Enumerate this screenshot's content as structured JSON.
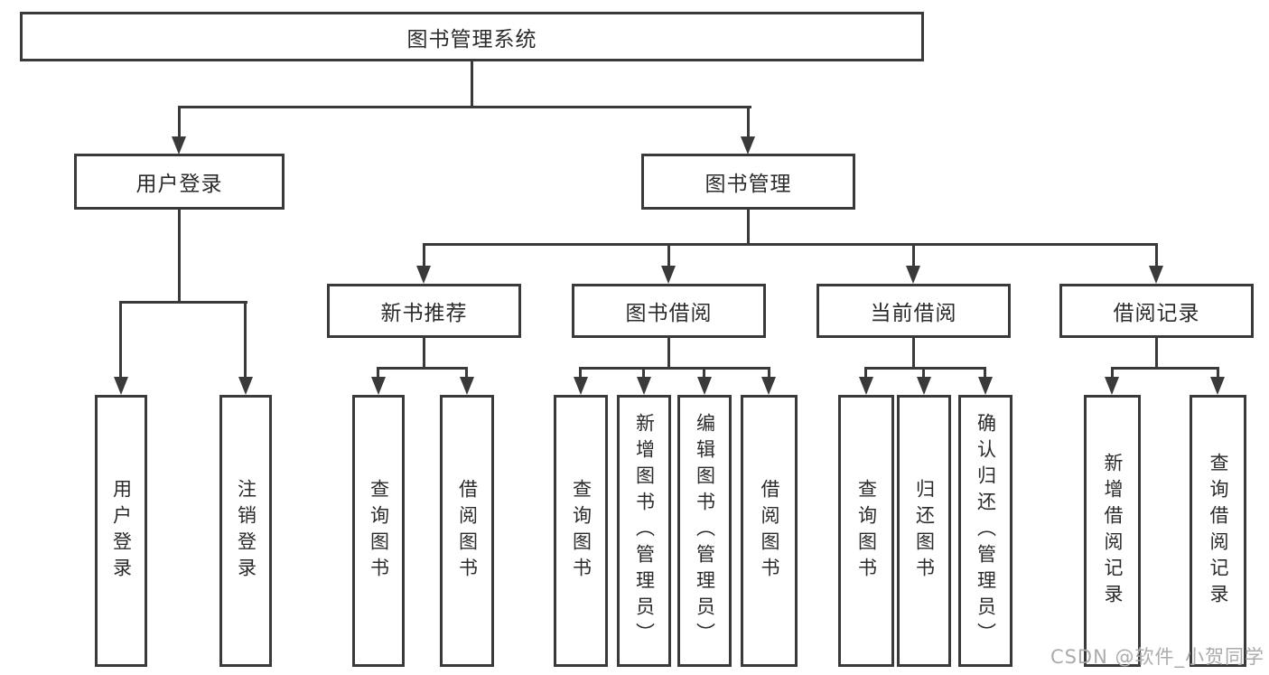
{
  "tree": {
    "label": "图书管理系统",
    "children": [
      {
        "label": "用户登录",
        "children": [
          {
            "label": "用户登录"
          },
          {
            "label": "注销登录"
          }
        ]
      },
      {
        "label": "图书管理",
        "children": [
          {
            "label": "新书推荐",
            "children": [
              {
                "label": "查询图书"
              },
              {
                "label": "借阅图书"
              }
            ]
          },
          {
            "label": "图书借阅",
            "children": [
              {
                "label": "查询图书"
              },
              {
                "label": "新增图书（管理员）"
              },
              {
                "label": "编辑图书（管理员）"
              },
              {
                "label": "借阅图书"
              }
            ]
          },
          {
            "label": "当前借阅",
            "children": [
              {
                "label": "查询图书"
              },
              {
                "label": "归还图书"
              },
              {
                "label": "确认归还（管理员）"
              }
            ]
          },
          {
            "label": "借阅记录",
            "children": [
              {
                "label": "新增借阅记录"
              },
              {
                "label": "查询借阅记录"
              }
            ]
          }
        ]
      }
    ]
  },
  "watermark": {
    "text": "CSDN @软件_小贺同学"
  },
  "colors": {
    "line": "#3a3a3a",
    "text": "#2b2b2b",
    "watermark": "#ababab",
    "background": "#ffffff"
  }
}
